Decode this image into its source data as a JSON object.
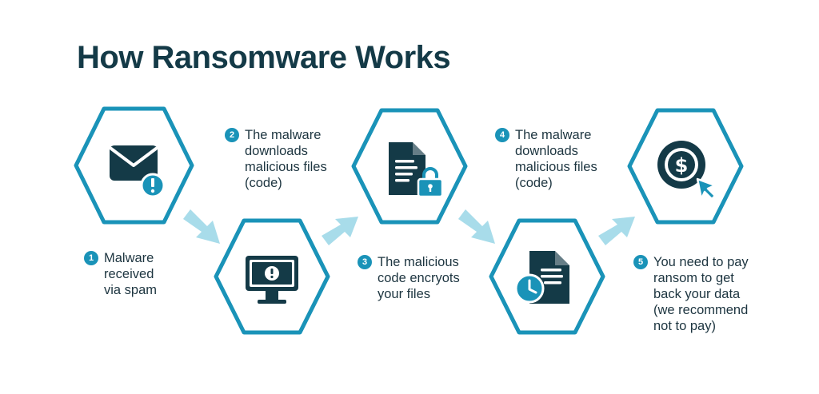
{
  "title": "How Ransomware Works",
  "steps": [
    {
      "number": "1",
      "text": "Malware received via spam",
      "icon": "envelope-alert-icon"
    },
    {
      "number": "2",
      "text": "The malware downloads malicious files (code)",
      "icon": "monitor-alert-icon"
    },
    {
      "number": "3",
      "text": "The malicious code encryots your files",
      "icon": "document-lock-icon"
    },
    {
      "number": "4",
      "text": "The malware downloads malicious files (code)",
      "icon": "document-clock-icon"
    },
    {
      "number": "5",
      "text": "You need to pay ransom to get back your data (we recommend not to pay)",
      "icon": "dollar-coin-cursor-icon"
    }
  ],
  "colors": {
    "hex_stroke": "#1a93b8",
    "arrow": "#a8dcea",
    "icon_dark": "#143a47",
    "icon_accent": "#1a93b8",
    "title": "#143a47"
  }
}
